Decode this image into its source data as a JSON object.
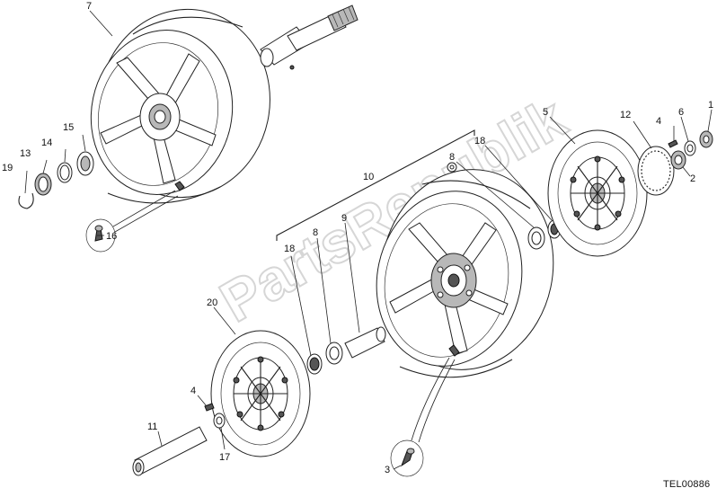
{
  "drawing_code": "TEL00886",
  "watermark": "PartsRepublik",
  "callouts": [
    {
      "id": "c1",
      "label": "1"
    },
    {
      "id": "c2",
      "label": "2"
    },
    {
      "id": "c3",
      "label": "3"
    },
    {
      "id": "c4a",
      "label": "4"
    },
    {
      "id": "c4b",
      "label": "4"
    },
    {
      "id": "c5",
      "label": "5"
    },
    {
      "id": "c6",
      "label": "6"
    },
    {
      "id": "c7",
      "label": "7"
    },
    {
      "id": "c8a",
      "label": "8"
    },
    {
      "id": "c8b",
      "label": "8"
    },
    {
      "id": "c9",
      "label": "9"
    },
    {
      "id": "c10",
      "label": "10"
    },
    {
      "id": "c11",
      "label": "11"
    },
    {
      "id": "c12",
      "label": "12"
    },
    {
      "id": "c13",
      "label": "13"
    },
    {
      "id": "c14",
      "label": "14"
    },
    {
      "id": "c15",
      "label": "15"
    },
    {
      "id": "c16",
      "label": "16"
    },
    {
      "id": "c17",
      "label": "17"
    },
    {
      "id": "c18a",
      "label": "18"
    },
    {
      "id": "c18b",
      "label": "18"
    },
    {
      "id": "c19",
      "label": "19"
    },
    {
      "id": "c20",
      "label": "20"
    }
  ]
}
